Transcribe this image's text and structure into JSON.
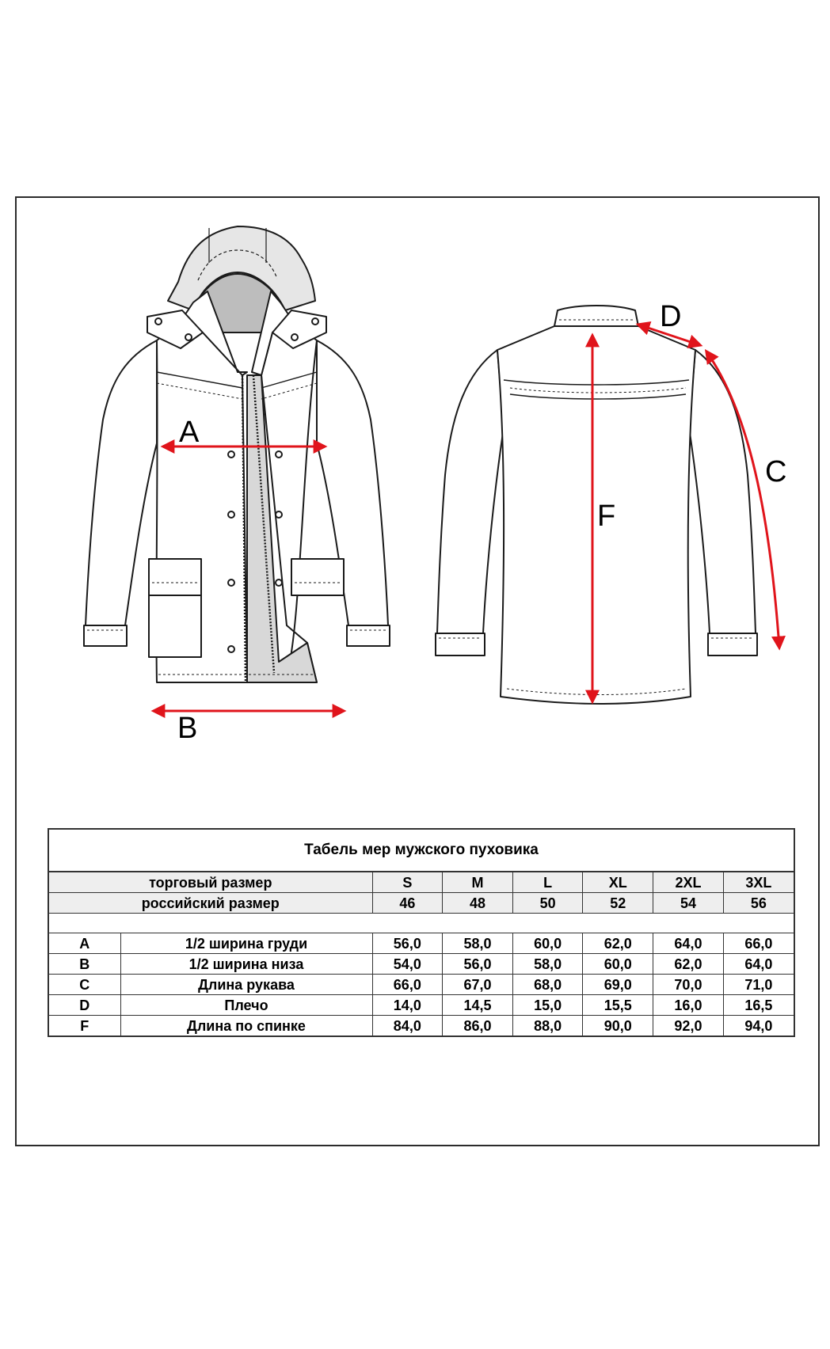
{
  "diagram": {
    "front_labels": {
      "a": "A",
      "b": "B"
    },
    "back_labels": {
      "c": "C",
      "d": "D",
      "f": "F"
    },
    "arrow_color": "#e0141b"
  },
  "table": {
    "title": "Табель мер мужского пуховика",
    "trade_size_label": "торговый размер",
    "russian_size_label": "российский размер",
    "sizes": [
      "S",
      "M",
      "L",
      "XL",
      "2XL",
      "3XL"
    ],
    "russian_sizes": [
      "46",
      "48",
      "50",
      "52",
      "54",
      "56"
    ],
    "rows": [
      {
        "code": "A",
        "name": "1/2 ширина груди",
        "values": [
          "56,0",
          "58,0",
          "60,0",
          "62,0",
          "64,0",
          "66,0"
        ]
      },
      {
        "code": "B",
        "name": "1/2 ширина низа",
        "values": [
          "54,0",
          "56,0",
          "58,0",
          "60,0",
          "62,0",
          "64,0"
        ]
      },
      {
        "code": "C",
        "name": "Длина рукава",
        "values": [
          "66,0",
          "67,0",
          "68,0",
          "69,0",
          "70,0",
          "71,0"
        ]
      },
      {
        "code": "D",
        "name": "Плечо",
        "values": [
          "14,0",
          "14,5",
          "15,0",
          "15,5",
          "16,0",
          "16,5"
        ]
      },
      {
        "code": "F",
        "name": "Длина по спинке",
        "values": [
          "84,0",
          "86,0",
          "88,0",
          "90,0",
          "92,0",
          "94,0"
        ]
      }
    ]
  }
}
